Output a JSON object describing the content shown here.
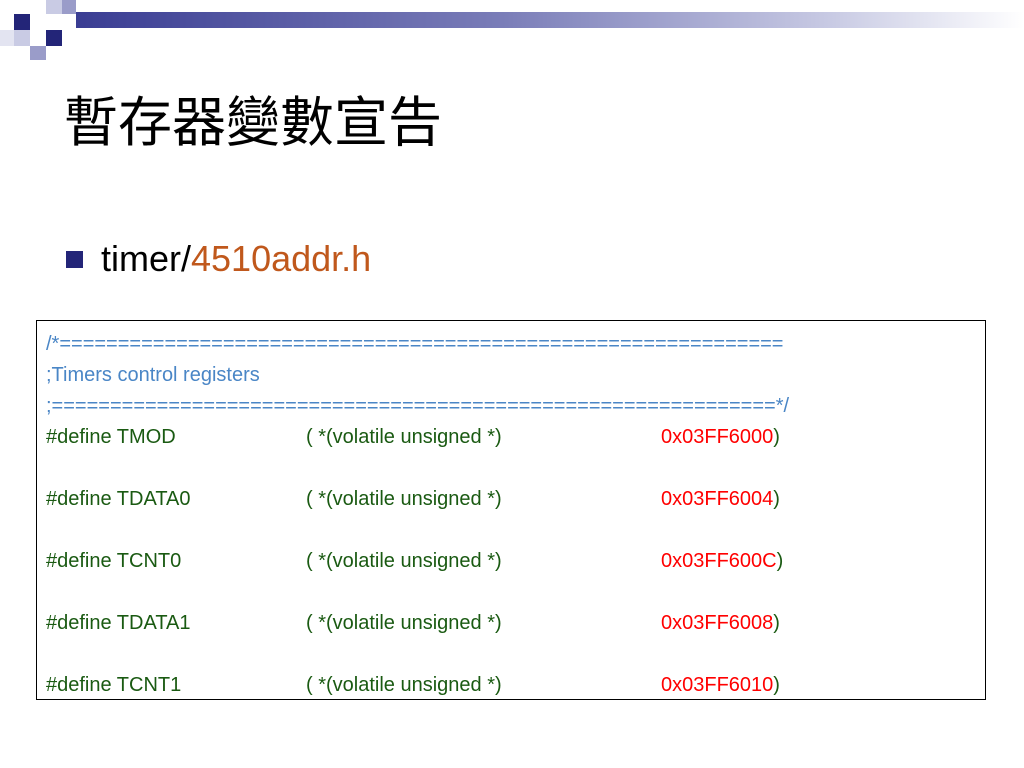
{
  "slide": {
    "title": "暫存器變數宣告",
    "bullet": {
      "prefix": "timer/",
      "accent": "4510addr.h"
    }
  },
  "code": {
    "comment_lines": [
      "/*==============================================================",
      ";Timers control registers",
      ";==============================================================*/"
    ],
    "defines": [
      {
        "keyword": "#define TMOD",
        "cast": "( *(volatile unsigned *)",
        "address": "0x03FF6000",
        "close": ")"
      },
      {
        "keyword": "#define TDATA0",
        "cast": "( *(volatile unsigned *)",
        "address": "0x03FF6004",
        "close": ")"
      },
      {
        "keyword": "#define TCNT0",
        "cast": "( *(volatile unsigned *)",
        "address": "0x03FF600C",
        "close": ")"
      },
      {
        "keyword": "#define TDATA1",
        "cast": "( *(volatile unsigned *)",
        "address": "0x03FF6008",
        "close": ")"
      },
      {
        "keyword": "#define TCNT1",
        "cast": "( *(volatile unsigned *)",
        "address": "0x03FF6010",
        "close": ")"
      }
    ]
  },
  "colors": {
    "accent": "#c0581c",
    "bullet": "#232578",
    "comment": "#4a86c6",
    "code": "#1a5a12",
    "address": "#ff0000"
  }
}
